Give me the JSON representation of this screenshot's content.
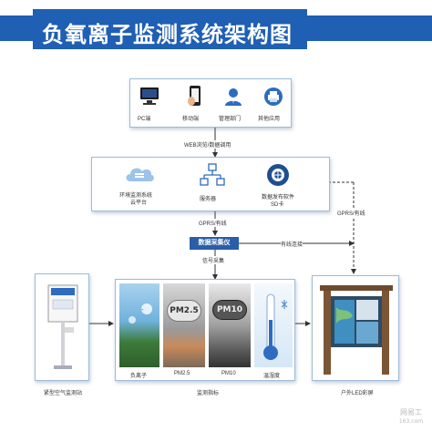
{
  "title": "负氧离子监测系统架构图",
  "top_tier": {
    "items": [
      {
        "label": "PC端",
        "icon": "pc-icon"
      },
      {
        "label": "移动端",
        "icon": "mobile-icon"
      },
      {
        "label": "管理部门",
        "icon": "manager-icon"
      },
      {
        "label": "其他应用",
        "icon": "printer-icon"
      }
    ]
  },
  "link_web": "WEB浏览/数据调用",
  "middle_tier": {
    "items": [
      {
        "label": "环境监测系统\n云平台",
        "line1": "环境监测系统",
        "line2": "云平台",
        "icon": "cloud-icon"
      },
      {
        "label": "服务器",
        "icon": "server-icon"
      },
      {
        "label": "数据发布软件\nSD卡",
        "line1": "数据发布软件",
        "line2": "SD卡",
        "icon": "gear-globe-icon"
      }
    ]
  },
  "link_gprs_left": "GPRS/有线",
  "link_gprs_right": "GPRS/有线",
  "collector": "数据采集仪",
  "link_wired": "有线连接",
  "link_signal": "信号采集",
  "station_label": "紧型空气监测站",
  "sensors": {
    "items": [
      {
        "label": "负离子"
      },
      {
        "label": "PM2.5",
        "badge": "PM2.5"
      },
      {
        "label": "PM10",
        "badge": "PM10"
      },
      {
        "label": "温湿度"
      }
    ],
    "caption": "监测指标"
  },
  "led_label": "户外LED彩屏",
  "watermark": "网易工\n163.com"
}
